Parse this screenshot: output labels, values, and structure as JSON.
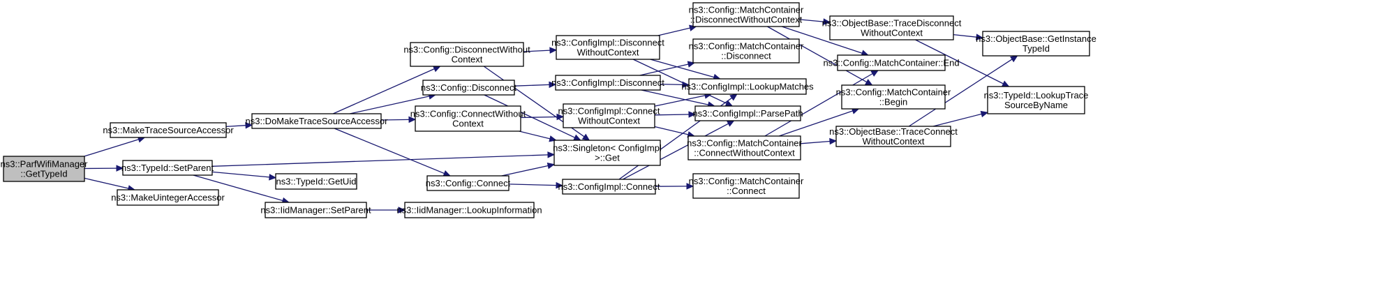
{
  "graph": {
    "colors": {
      "edge": "#191970",
      "root_fill": "#bfbfbf",
      "node_fill": "#ffffff",
      "border": "#000000"
    },
    "nodes": [
      {
        "id": "n0",
        "lines": [
          "ns3::ParfWifiManager",
          "::GetTypeId"
        ],
        "root": true
      },
      {
        "id": "n1",
        "lines": [
          "ns3::MakeTraceSourceAccessor"
        ]
      },
      {
        "id": "n2",
        "lines": [
          "ns3::DoMakeTraceSourceAccessor"
        ]
      },
      {
        "id": "n3",
        "lines": [
          "ns3::Config::DisconnectWithout",
          "Context"
        ]
      },
      {
        "id": "n4",
        "lines": [
          "ns3::ConfigImpl::Disconnect",
          "WithoutContext"
        ]
      },
      {
        "id": "n5",
        "lines": [
          "ns3::Config::MatchContainer",
          "::DisconnectWithoutContext"
        ]
      },
      {
        "id": "n6",
        "lines": [
          "ns3::ObjectBase::TraceDisconnect",
          "WithoutContext"
        ]
      },
      {
        "id": "n7",
        "lines": [
          "ns3::ObjectBase::GetInstance",
          "TypeId"
        ]
      },
      {
        "id": "n8",
        "lines": [
          "ns3::TypeId::LookupTrace",
          "SourceByName"
        ]
      },
      {
        "id": "n9",
        "lines": [
          "ns3::Config::MatchContainer::End"
        ]
      },
      {
        "id": "n10",
        "lines": [
          "ns3::Config::MatchContainer",
          "::Begin"
        ]
      },
      {
        "id": "n11",
        "lines": [
          "ns3::ConfigImpl::LookupMatches"
        ]
      },
      {
        "id": "n12",
        "lines": [
          "ns3::ConfigImpl::ParsePath"
        ]
      },
      {
        "id": "n13",
        "lines": [
          "ns3::Singleton< ConfigImpl",
          " >::Get"
        ]
      },
      {
        "id": "n14",
        "lines": [
          "ns3::Config::Disconnect"
        ]
      },
      {
        "id": "n15",
        "lines": [
          "ns3::ConfigImpl::Disconnect"
        ]
      },
      {
        "id": "n16",
        "lines": [
          "ns3::Config::MatchContainer",
          "::Disconnect"
        ]
      },
      {
        "id": "n17",
        "lines": [
          "ns3::Config::ConnectWithout",
          "Context"
        ]
      },
      {
        "id": "n18",
        "lines": [
          "ns3::ConfigImpl::Connect",
          "WithoutContext"
        ]
      },
      {
        "id": "n19",
        "lines": [
          "ns3::Config::MatchContainer",
          "::ConnectWithoutContext"
        ]
      },
      {
        "id": "n20",
        "lines": [
          "ns3::ObjectBase::TraceConnect",
          "WithoutContext"
        ]
      },
      {
        "id": "n21",
        "lines": [
          "ns3::Config::Connect"
        ]
      },
      {
        "id": "n22",
        "lines": [
          "ns3::ConfigImpl::Connect"
        ]
      },
      {
        "id": "n23",
        "lines": [
          "ns3::Config::MatchContainer",
          "::Connect"
        ]
      },
      {
        "id": "n24",
        "lines": [
          "ns3::TypeId::SetParent"
        ]
      },
      {
        "id": "n25",
        "lines": [
          "ns3::TypeId::GetUid"
        ]
      },
      {
        "id": "n26",
        "lines": [
          "ns3::IidManager::SetParent"
        ]
      },
      {
        "id": "n27",
        "lines": [
          "ns3::IidManager::LookupInformation"
        ]
      },
      {
        "id": "n28",
        "lines": [
          "ns3::MakeUintegerAccessor"
        ]
      }
    ],
    "edges": [
      [
        "n0",
        "n1"
      ],
      [
        "n0",
        "n24"
      ],
      [
        "n0",
        "n28"
      ],
      [
        "n1",
        "n2"
      ],
      [
        "n2",
        "n3"
      ],
      [
        "n2",
        "n14"
      ],
      [
        "n2",
        "n17"
      ],
      [
        "n2",
        "n21"
      ],
      [
        "n3",
        "n4"
      ],
      [
        "n3",
        "n13"
      ],
      [
        "n4",
        "n5"
      ],
      [
        "n4",
        "n11"
      ],
      [
        "n4",
        "n12"
      ],
      [
        "n5",
        "n6"
      ],
      [
        "n5",
        "n9"
      ],
      [
        "n5",
        "n10"
      ],
      [
        "n6",
        "n7"
      ],
      [
        "n6",
        "n8"
      ],
      [
        "n14",
        "n15"
      ],
      [
        "n14",
        "n13"
      ],
      [
        "n15",
        "n16"
      ],
      [
        "n15",
        "n11"
      ],
      [
        "n15",
        "n12"
      ],
      [
        "n17",
        "n18"
      ],
      [
        "n17",
        "n13"
      ],
      [
        "n18",
        "n19"
      ],
      [
        "n18",
        "n11"
      ],
      [
        "n18",
        "n12"
      ],
      [
        "n19",
        "n20"
      ],
      [
        "n19",
        "n9"
      ],
      [
        "n19",
        "n10"
      ],
      [
        "n20",
        "n7"
      ],
      [
        "n20",
        "n8"
      ],
      [
        "n21",
        "n22"
      ],
      [
        "n21",
        "n13"
      ],
      [
        "n22",
        "n23"
      ],
      [
        "n22",
        "n11"
      ],
      [
        "n22",
        "n12"
      ],
      [
        "n24",
        "n13"
      ],
      [
        "n24",
        "n25"
      ],
      [
        "n24",
        "n26"
      ],
      [
        "n26",
        "n27"
      ]
    ]
  }
}
